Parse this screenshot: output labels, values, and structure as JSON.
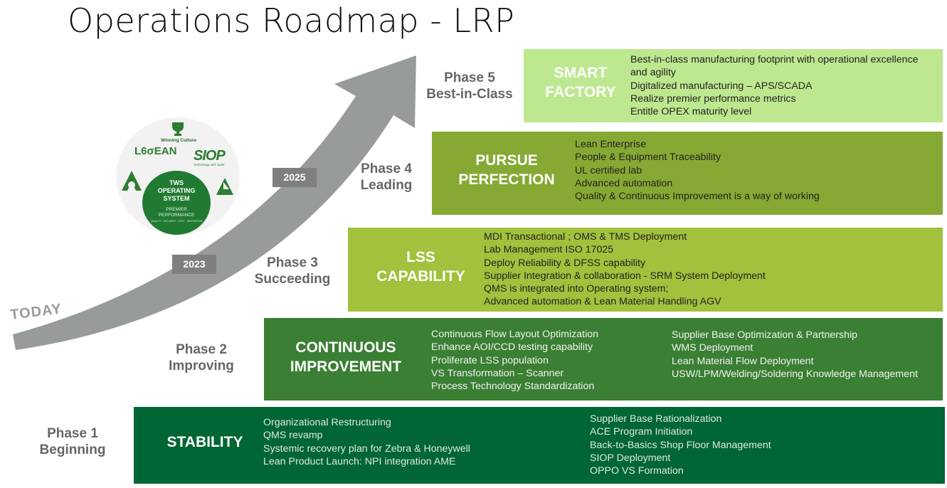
{
  "title": "Operations Roadmap - LRP",
  "arrow": {
    "start_label": "TODAY",
    "years": [
      "2023",
      "2025"
    ]
  },
  "logo": {
    "winning_culture": "Winning Culture",
    "lean": "L6σEAN",
    "siop": "SIOP",
    "siop_sub": "Technology with Spirit",
    "core_line1": "TWS",
    "core_line2": "OPERATING",
    "core_line3": "SYSTEM",
    "core_sub1": "PREMIER",
    "core_sub2": "PERFORMANCE",
    "core_tiny": "QUALITY · DELIVERY · COST · INNOVATION"
  },
  "phases": [
    {
      "label_line1": "Phase 1",
      "label_line2": "Beginning",
      "band_title_line1": "STABILITY",
      "band_title_line2": "",
      "color": "#006633",
      "items_left": [
        "Organizational Restructuring",
        "QMS revamp",
        "Systemic recovery plan for Zebra & Honeywell",
        "Lean Product Launch: NPI integration AME"
      ],
      "items_right": [
        "Supplier Base Rationalization",
        "ACE Program Initiation",
        "Back-to-Basics Shop Floor Management",
        "SIOP Deployment",
        "OPPO VS Formation"
      ]
    },
    {
      "label_line1": "Phase 2",
      "label_line2": "Improving",
      "band_title_line1": "CONTINUOUS",
      "band_title_line2": "IMPROVEMENT",
      "color": "#3a7f33",
      "items_left": [
        "Continuous Flow Layout Optimization",
        "Enhance AOI/CCD testing capability",
        "Proliferate LSS population",
        "VS Transformation – Scanner",
        "Process Technology Standardization"
      ],
      "items_right": [
        "Supplier Base Optimization & Partnership",
        "WMS Deployment",
        "Lean Material Flow Deployment",
        "USW/LPM/Welding/Soldering Knowledge Management"
      ]
    },
    {
      "label_line1": "Phase 3",
      "label_line2": "Succeeding",
      "band_title_line1": "LSS",
      "band_title_line2": "CAPABILITY",
      "color": "#a2c13c",
      "items_left": [
        "MDI Transactional ; OMS & TMS Deployment",
        "Lab Management ISO 17025",
        "Deploy Reliability & DFSS capability",
        "Supplier Integration & collaboration - SRM System Deployment",
        "QMS is integrated into Operating system;",
        "Advanced automation & Lean Material Handling AGV"
      ],
      "items_right": []
    },
    {
      "label_line1": "Phase 4",
      "label_line2": "Leading",
      "band_title_line1": "PURSUE",
      "band_title_line2": "PERFECTION",
      "color": "#86a933",
      "items_left": [
        "Lean Enterprise",
        "People & Equipment Traceability",
        "UL certified lab",
        "Advanced automation",
        "Quality & Continuous Improvement is a way of working"
      ],
      "items_right": []
    },
    {
      "label_line1": "Phase 5",
      "label_line2": "Best-in-Class",
      "band_title_line1": "SMART",
      "band_title_line2": "FACTORY",
      "color": "#bde88f",
      "items_left": [
        "Best-in-class manufacturing footprint with operational excellence",
        "and agility",
        "Digitalized manufacturing – APS/SCADA",
        "Realize premier performance metrics",
        "Entitle OPEX maturity level"
      ],
      "items_right": []
    }
  ]
}
